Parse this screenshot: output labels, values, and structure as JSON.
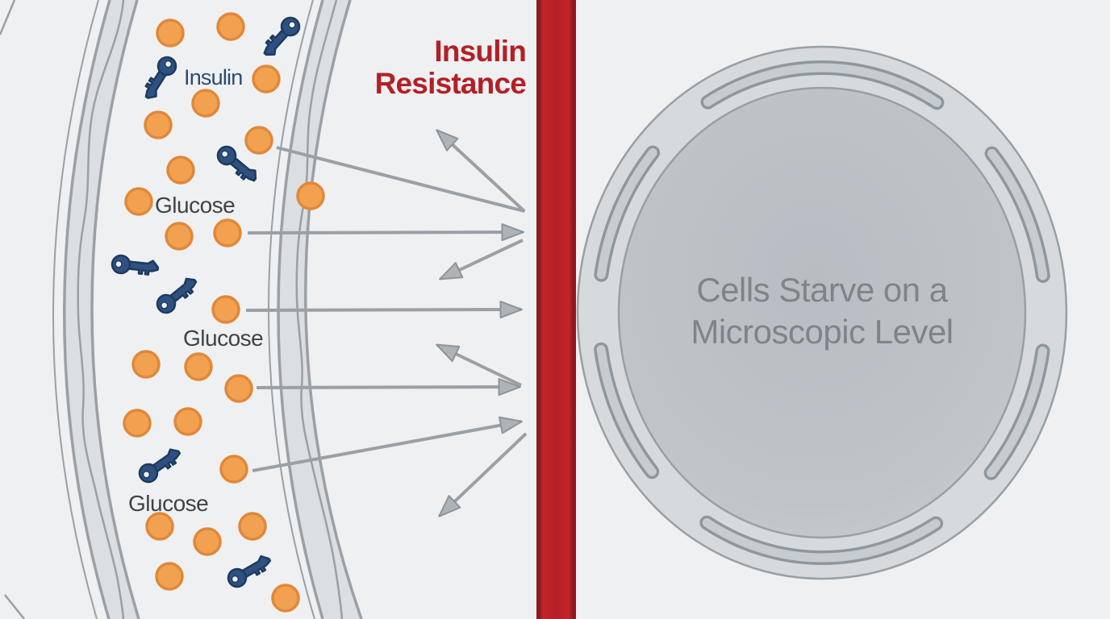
{
  "title": {
    "line1": "Insulin",
    "line2": "Resistance"
  },
  "vessel_labels": {
    "insulin": "Insulin",
    "glucose": "Glucose"
  },
  "cell_caption": {
    "line1": "Cells Starve on a",
    "line2": "Microscopic Level"
  },
  "icons": {
    "glucose_dot": "glucose-dot-icon",
    "insulin_key": "insulin-key-icon",
    "blocked_arrow": "blocked-arrow-icon",
    "bounced_arrow": "bounced-arrow-icon"
  },
  "colors": {
    "background": "#eff0f1",
    "title_red": "#b22026",
    "barrier_red": "#b82127",
    "barrier_edge_red": "#8e191f",
    "glucose_fill": "#f2a150",
    "glucose_stroke": "#e0883a",
    "insulin_key_fill": "#2f5180",
    "insulin_key_outline": "#1d3a60",
    "insulin_label": "#2b4a74",
    "glucose_label": "#3f4347",
    "vessel_wall_fill": "#dcdfe1",
    "vessel_wall_stroke": "#9aa0a5",
    "arrow": "#9aa0a5",
    "cell_ring_fill": "#d7dadd",
    "cell_stroke": "#98a0a5",
    "cell_caption_text": "#7e858a"
  }
}
